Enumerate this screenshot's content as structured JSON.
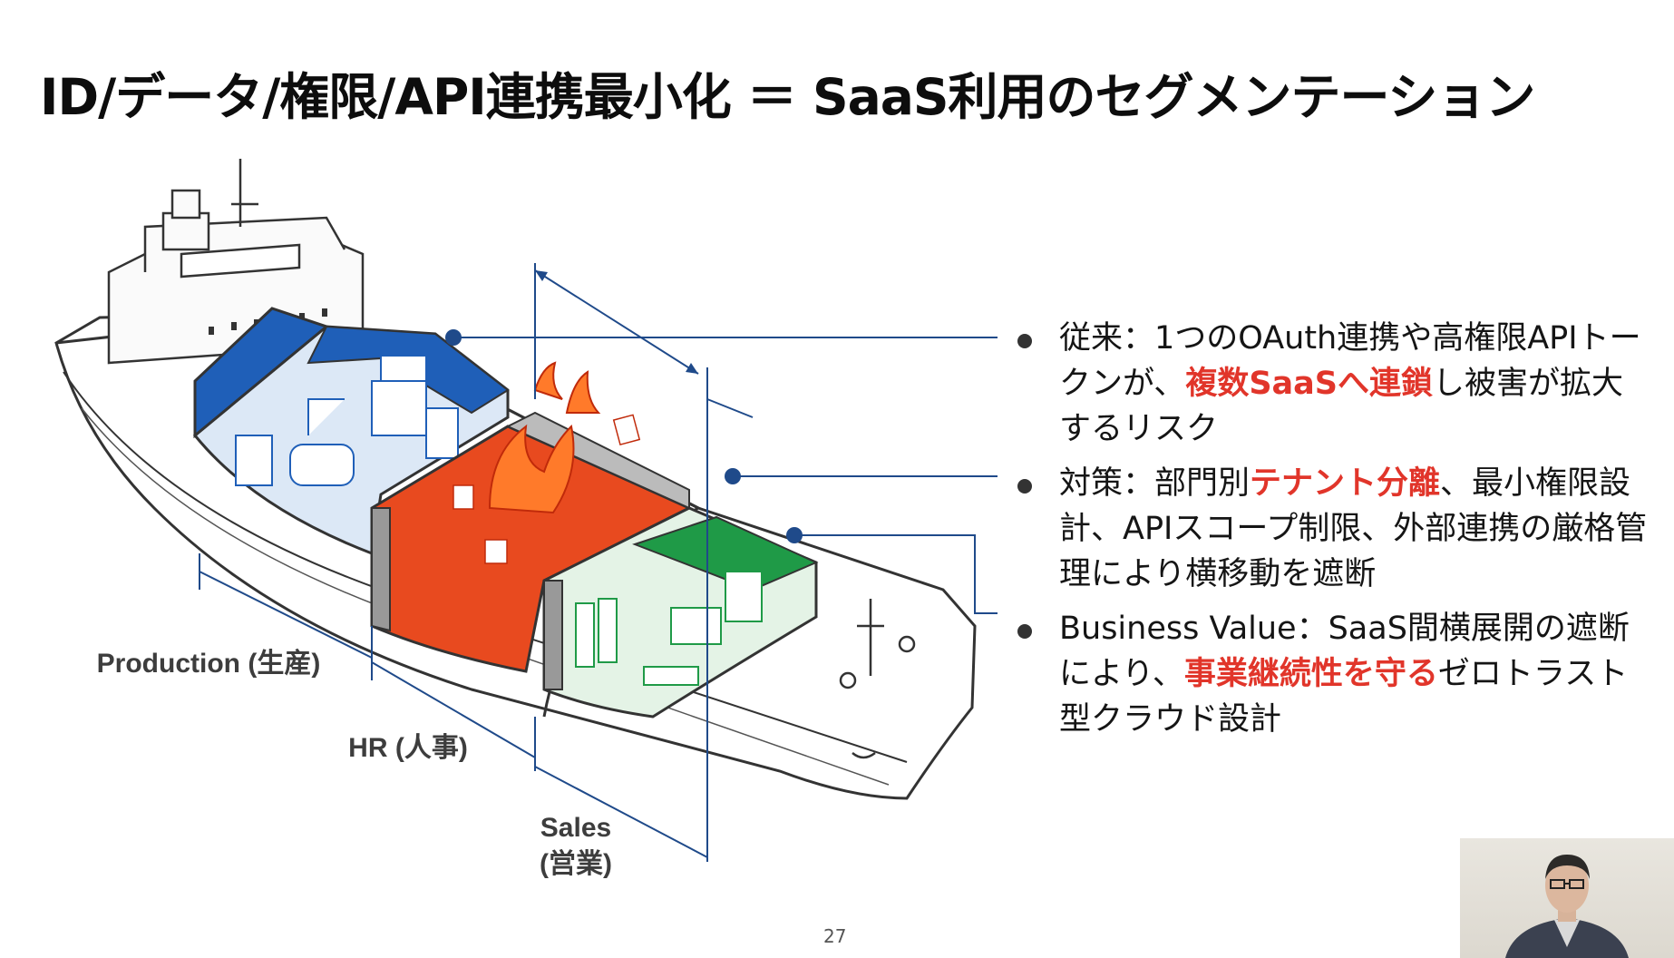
{
  "slide": {
    "title": "ID/データ/権限/API連携最小化 ＝ SaaS利用のセグメンテーション",
    "page_number": "27"
  },
  "ship_labels": {
    "production": "Production (生産)",
    "hr": "HR (人事)",
    "sales_line1": "Sales",
    "sales_line2": "(営業)"
  },
  "bullets": [
    {
      "before": "従来：1つのOAuth連携や高権限APIトークンが、",
      "highlight": "複数SaaSへ連鎖",
      "after": "し被害が拡大するリスク"
    },
    {
      "before": "対策：部門別",
      "highlight": "テナント分離",
      "after": "、最小権限設計、APIスコープ制限、外部連携の厳格管理により横移動を遮断"
    },
    {
      "before": "Business Value：SaaS間横展開の遮断により、",
      "highlight": "事業継続性を守る",
      "after": "ゼロトラスト型クラウド設計"
    }
  ],
  "colors": {
    "production": "#1f5fb8",
    "hr": "#e84a1f",
    "sales": "#1f9a47",
    "highlight": "#e1352a"
  }
}
